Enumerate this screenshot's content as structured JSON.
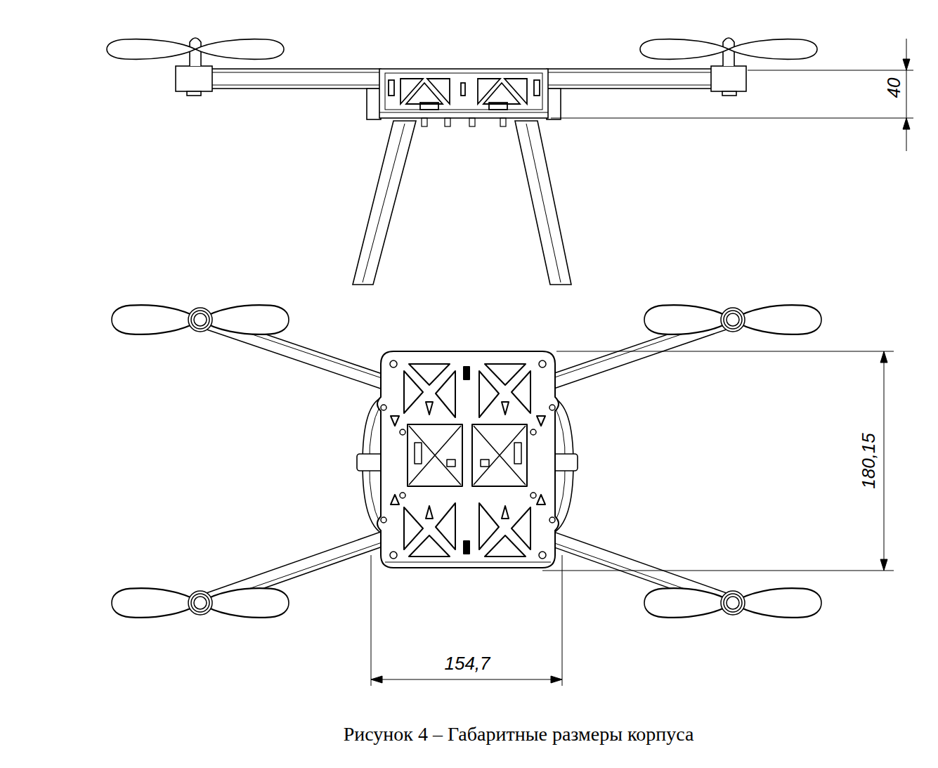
{
  "diagram": {
    "caption": "Рисунок 4 – Габаритные размеры корпуса",
    "labels": [
      "40",
      "180,15",
      "154,7"
    ]
  }
}
